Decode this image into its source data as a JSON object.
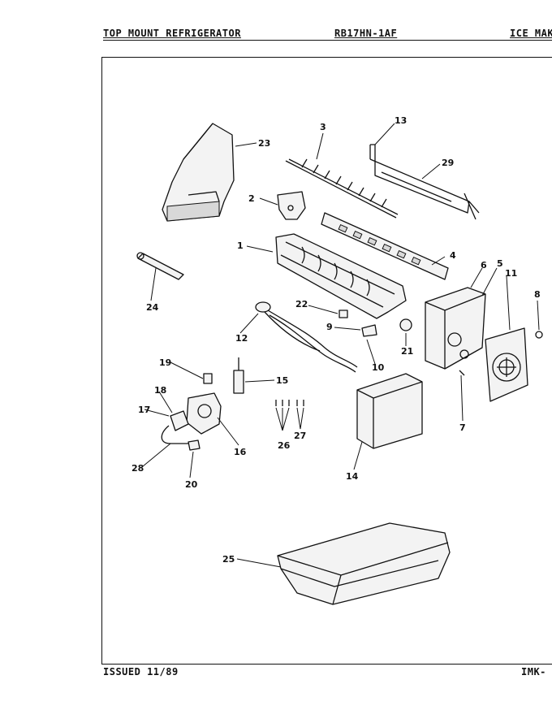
{
  "header": {
    "left": "TOP MOUNT REFRIGERATOR",
    "model": "RB17HN-1AF",
    "right": "ICE MAKE"
  },
  "footer": {
    "issued": "ISSUED 11/89",
    "page": "IMK-"
  },
  "callouts": {
    "c1": "1",
    "c2": "2",
    "c3": "3",
    "c4": "4",
    "c5": "5",
    "c6": "6",
    "c7": "7",
    "c8": "8",
    "c9": "9",
    "c10": "10",
    "c11": "11",
    "c12": "12",
    "c13": "13",
    "c14": "14",
    "c15": "15",
    "c16": "16",
    "c17": "17",
    "c18": "18",
    "c19": "19",
    "c20": "20",
    "c21": "21",
    "c22": "22",
    "c23": "23",
    "c24": "24",
    "c25": "25",
    "c26": "26",
    "c27": "27",
    "c28": "28",
    "c29": "29"
  }
}
